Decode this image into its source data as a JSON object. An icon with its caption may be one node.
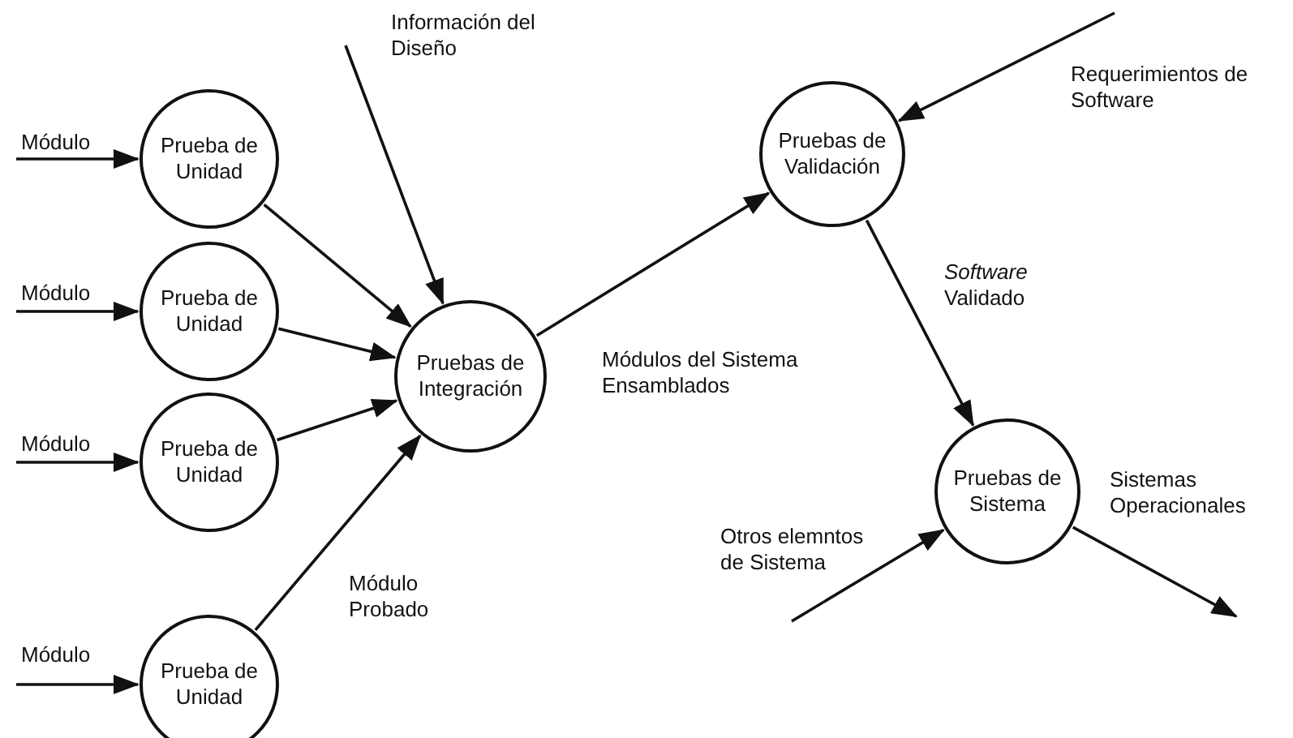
{
  "diagram": {
    "nodes": [
      {
        "text": [
          "Prueba de Unidad"
        ]
      },
      {
        "text": [
          "Prueba de Unidad"
        ]
      },
      {
        "text": [
          "Prueba de Unidad"
        ]
      },
      {
        "text": [
          "Prueba de Unidad"
        ]
      },
      {
        "text": [
          "Pruebas de Integración"
        ]
      },
      {
        "text": [
          "Pruebas de Validación"
        ]
      },
      {
        "text": [
          "Pruebas de Sistema"
        ]
      }
    ],
    "edges": [
      {
        "from": null,
        "to": 0,
        "arrow": "to",
        "label": "Módulo"
      },
      {
        "from": null,
        "to": 1,
        "arrow": "to",
        "label": "Módulo"
      },
      {
        "from": null,
        "to": 2,
        "arrow": "to",
        "label": "Módulo"
      },
      {
        "from": null,
        "to": 3,
        "arrow": "to",
        "label": "Módulo"
      },
      {
        "from": 0,
        "to": 4,
        "arrow": "to"
      },
      {
        "from": 1,
        "to": 4,
        "arrow": "to"
      },
      {
        "from": 2,
        "to": 4,
        "arrow": "to"
      },
      {
        "from": 3,
        "to": 4,
        "arrow": "to",
        "label": "Módulo Probado"
      },
      {
        "from": null,
        "to": 4,
        "arrow": "to",
        "label": "Información del Diseño"
      },
      {
        "from": 4,
        "to": 5,
        "arrow": "to",
        "label": "Módulos del Sistema Ensamblados"
      },
      {
        "from": null,
        "to": 5,
        "arrow": "to",
        "label": "Requerimientos de Software"
      },
      {
        "from": 5,
        "to": 6,
        "arrow": "to",
        "label": "*Software* Validado"
      },
      {
        "from": null,
        "to": 6,
        "arrow": "to",
        "label": "Otros elemntos de Sistema"
      },
      {
        "from": 6,
        "to": null,
        "arrow": "to",
        "label": "Sistemas Operacionales"
      }
    ]
  }
}
